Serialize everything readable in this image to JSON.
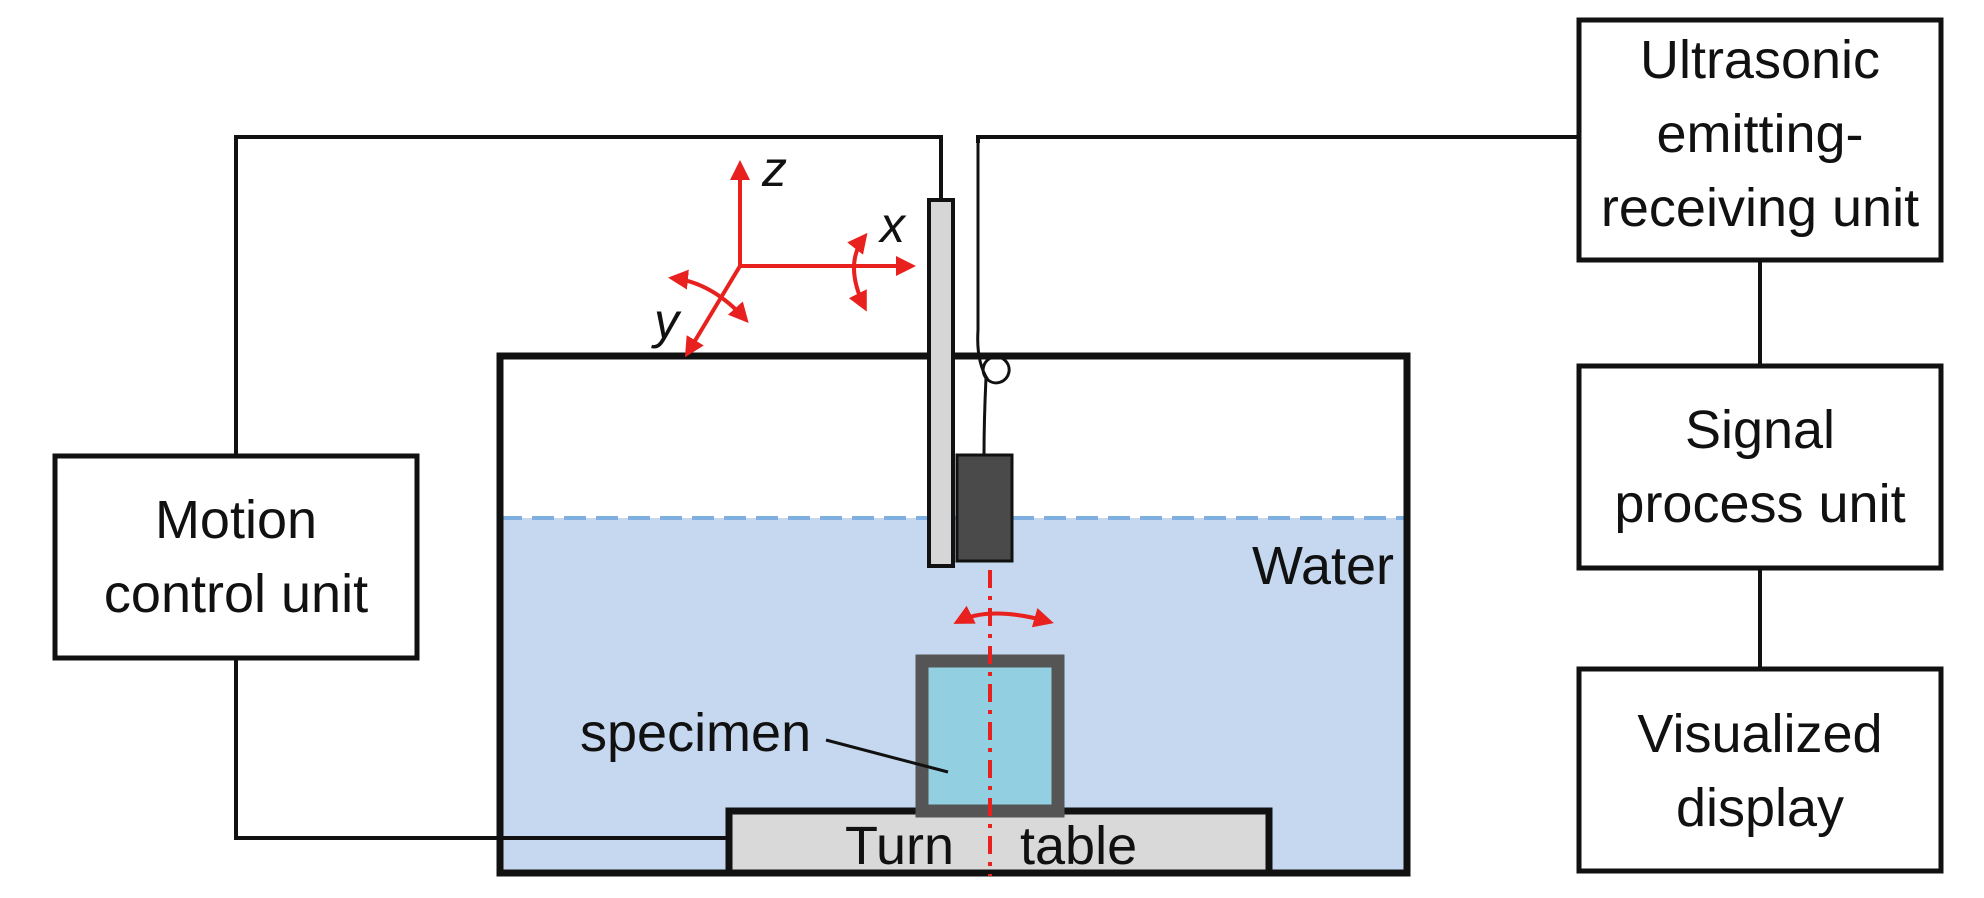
{
  "colors": {
    "water": "#c5d8f0",
    "water_line": "#7faee0",
    "specimen_fill": "#92cfe0",
    "specimen_frame": "#555555",
    "turntable_fill": "#d9d9d9",
    "transducer": "#4a4a4a",
    "probe_rod": "#d6d6d6",
    "axis_red": "#e8201e",
    "line": "#111111"
  },
  "blocks": {
    "motion_control": [
      "Motion",
      "control unit"
    ],
    "ultrasonic": [
      "Ultrasonic",
      "emitting-",
      "receiving unit"
    ],
    "signal_process": [
      "Signal",
      "process unit"
    ],
    "visualized_display": [
      "Visualized",
      "display"
    ]
  },
  "labels": {
    "water": "Water",
    "specimen": "specimen",
    "turn": "Turn",
    "table": "table"
  },
  "axes": {
    "z": "z",
    "x": "x",
    "y": "y"
  },
  "icons": {
    "coordinate_axes": "xyz-axes-icon",
    "rotation": "rotation-arrow-icon",
    "transducer": "ultrasonic-transducer-icon"
  }
}
